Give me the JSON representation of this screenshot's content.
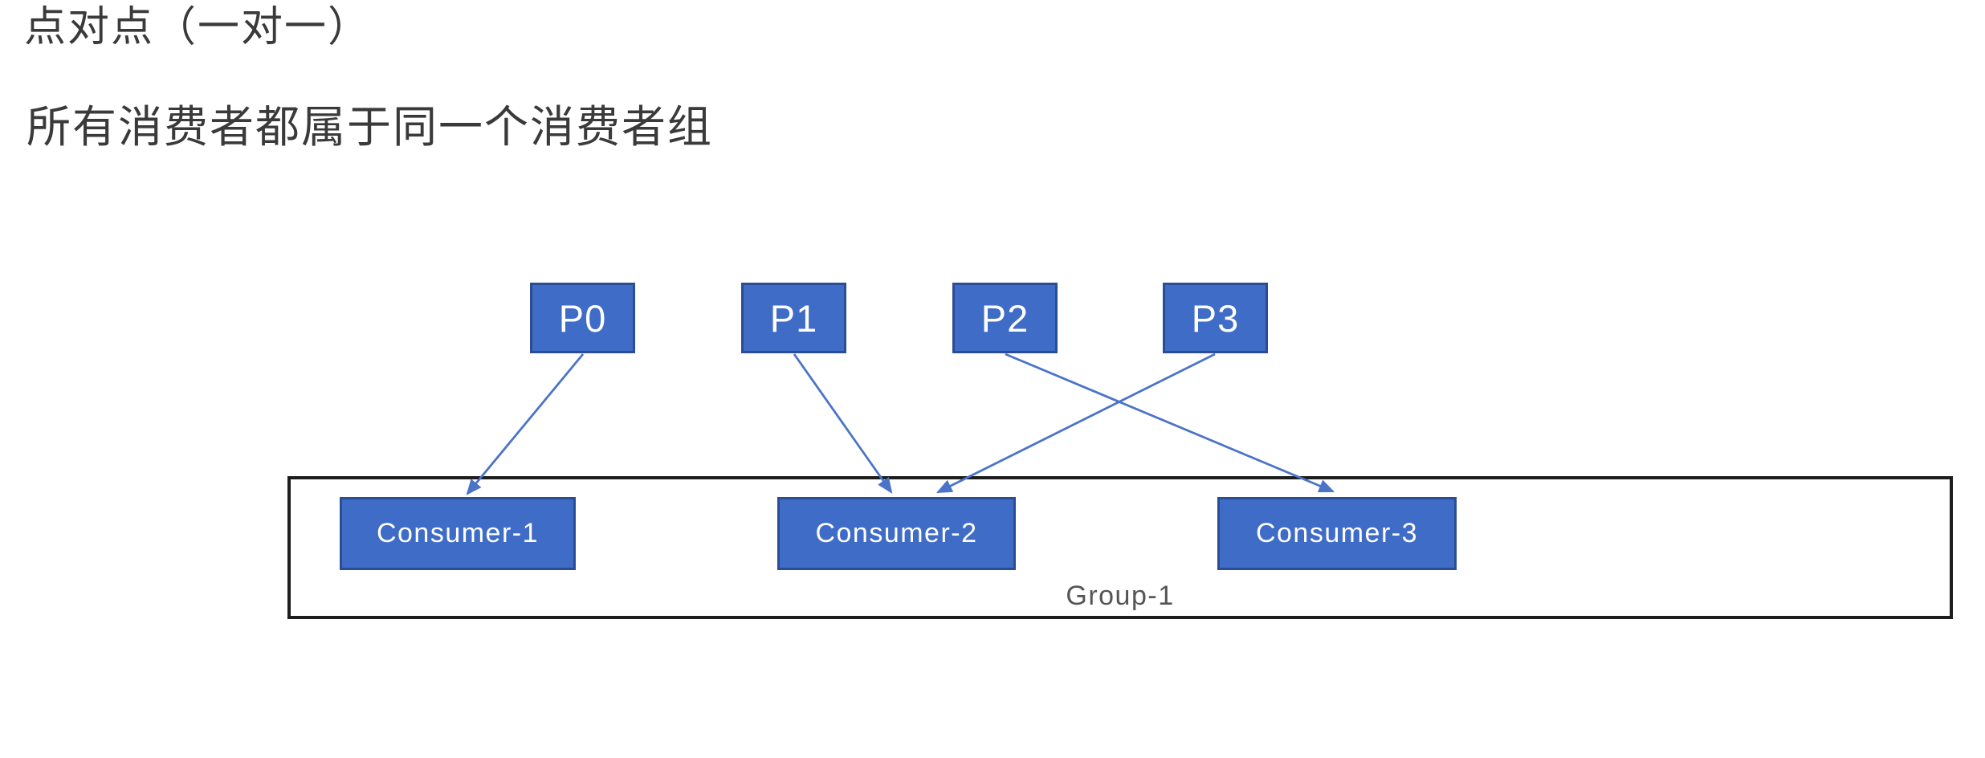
{
  "page": {
    "title": "点对点（一对一）",
    "subtitle": "所有消费者都属于同一个消费者组"
  },
  "diagram": {
    "partitions": [
      {
        "label": "P0"
      },
      {
        "label": "P1"
      },
      {
        "label": "P2"
      },
      {
        "label": "P3"
      }
    ],
    "consumers": [
      {
        "label": "Consumer-1"
      },
      {
        "label": "Consumer-2"
      },
      {
        "label": "Consumer-3"
      }
    ],
    "group_label": "Group-1",
    "connections": [
      {
        "from": "P0",
        "to": "Consumer-1"
      },
      {
        "from": "P1",
        "to": "Consumer-2"
      },
      {
        "from": "P2",
        "to": "Consumer-3"
      },
      {
        "from": "P3",
        "to": "Consumer-2"
      }
    ],
    "colors": {
      "box_fill": "#3f6cc7",
      "box_border": "#2b4d94",
      "box_text": "#ffffff",
      "arrow": "#4b74c9",
      "group_border": "#1d1d1d",
      "heading_text": "#3a3a3a",
      "group_label_text": "#555555",
      "background": "#ffffff"
    }
  }
}
